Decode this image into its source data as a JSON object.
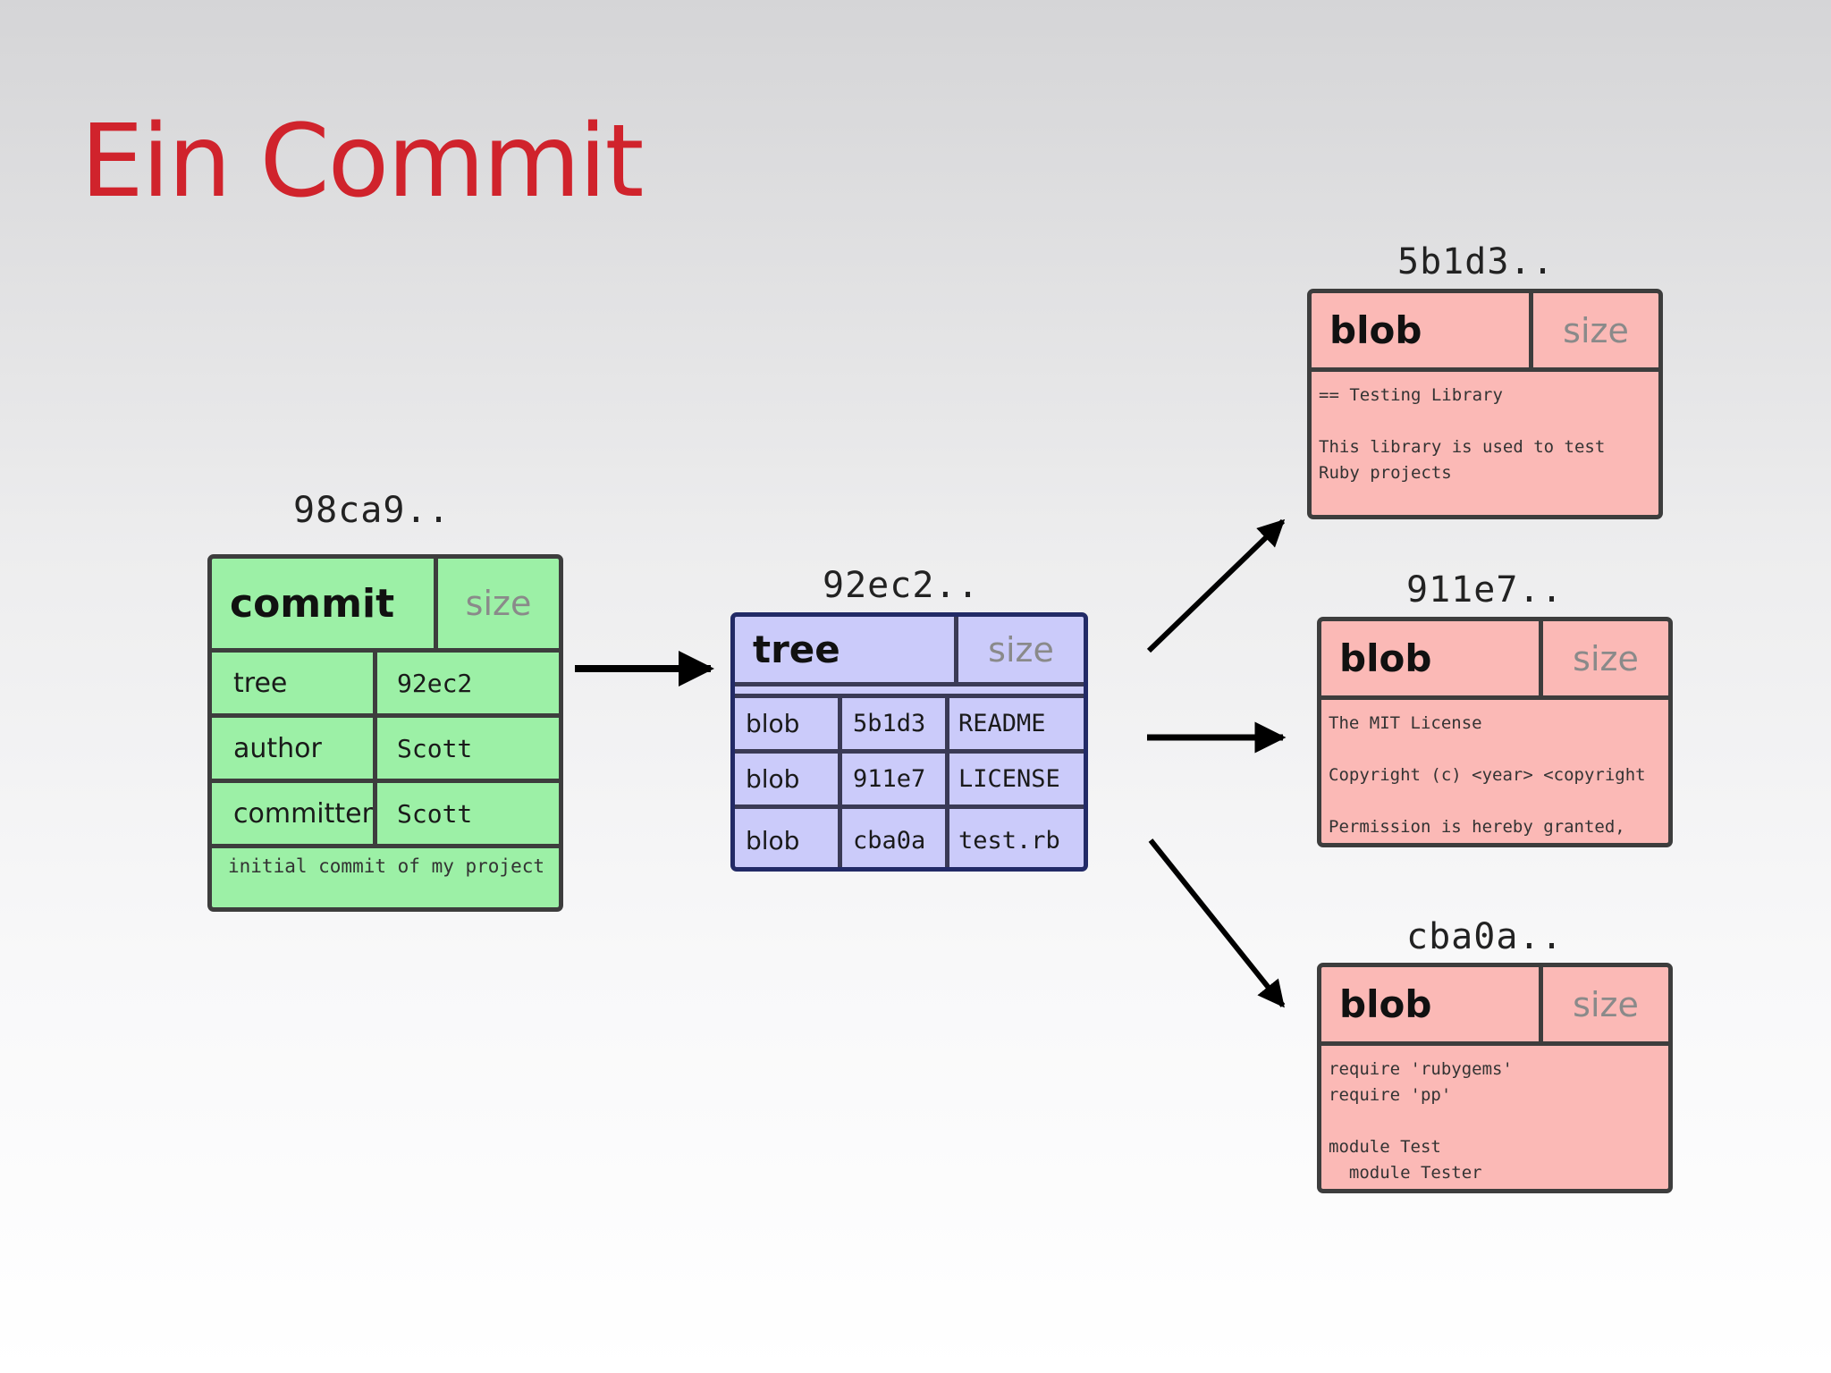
{
  "slide": {
    "title": "Ein Commit"
  },
  "commit": {
    "hash": "98ca9..",
    "type": "commit",
    "size_label": "size",
    "fields": [
      {
        "key": "tree",
        "value": "92ec2"
      },
      {
        "key": "author",
        "value": "Scott"
      },
      {
        "key": "committer",
        "value": "Scott"
      }
    ],
    "message": "initial commit of my project"
  },
  "tree": {
    "hash": "92ec2..",
    "type": "tree",
    "size_label": "size",
    "entries": [
      {
        "kind": "blob",
        "hash": "5b1d3",
        "name": "README"
      },
      {
        "kind": "blob",
        "hash": "911e7",
        "name": "LICENSE"
      },
      {
        "kind": "blob",
        "hash": "cba0a",
        "name": "test.rb"
      }
    ]
  },
  "blobs": [
    {
      "hash": "5b1d3..",
      "type": "blob",
      "size_label": "size",
      "content": "== Testing Library\n\nThis library is used to test\nRuby projects"
    },
    {
      "hash": "911e7..",
      "type": "blob",
      "size_label": "size",
      "content": "The MIT License\n\nCopyright (c) <year> <copyright\n\nPermission is hereby granted,"
    },
    {
      "hash": "cba0a..",
      "type": "blob",
      "size_label": "size",
      "content": "require 'rubygems'\nrequire 'pp'\n\nmodule Test\n  module Tester"
    }
  ],
  "colors": {
    "title": "#d0232c",
    "commit_fill": "#9cf0a6",
    "tree_fill": "#cbcbfa",
    "blob_fill": "#fbb9b6",
    "arrow": "#000000"
  }
}
